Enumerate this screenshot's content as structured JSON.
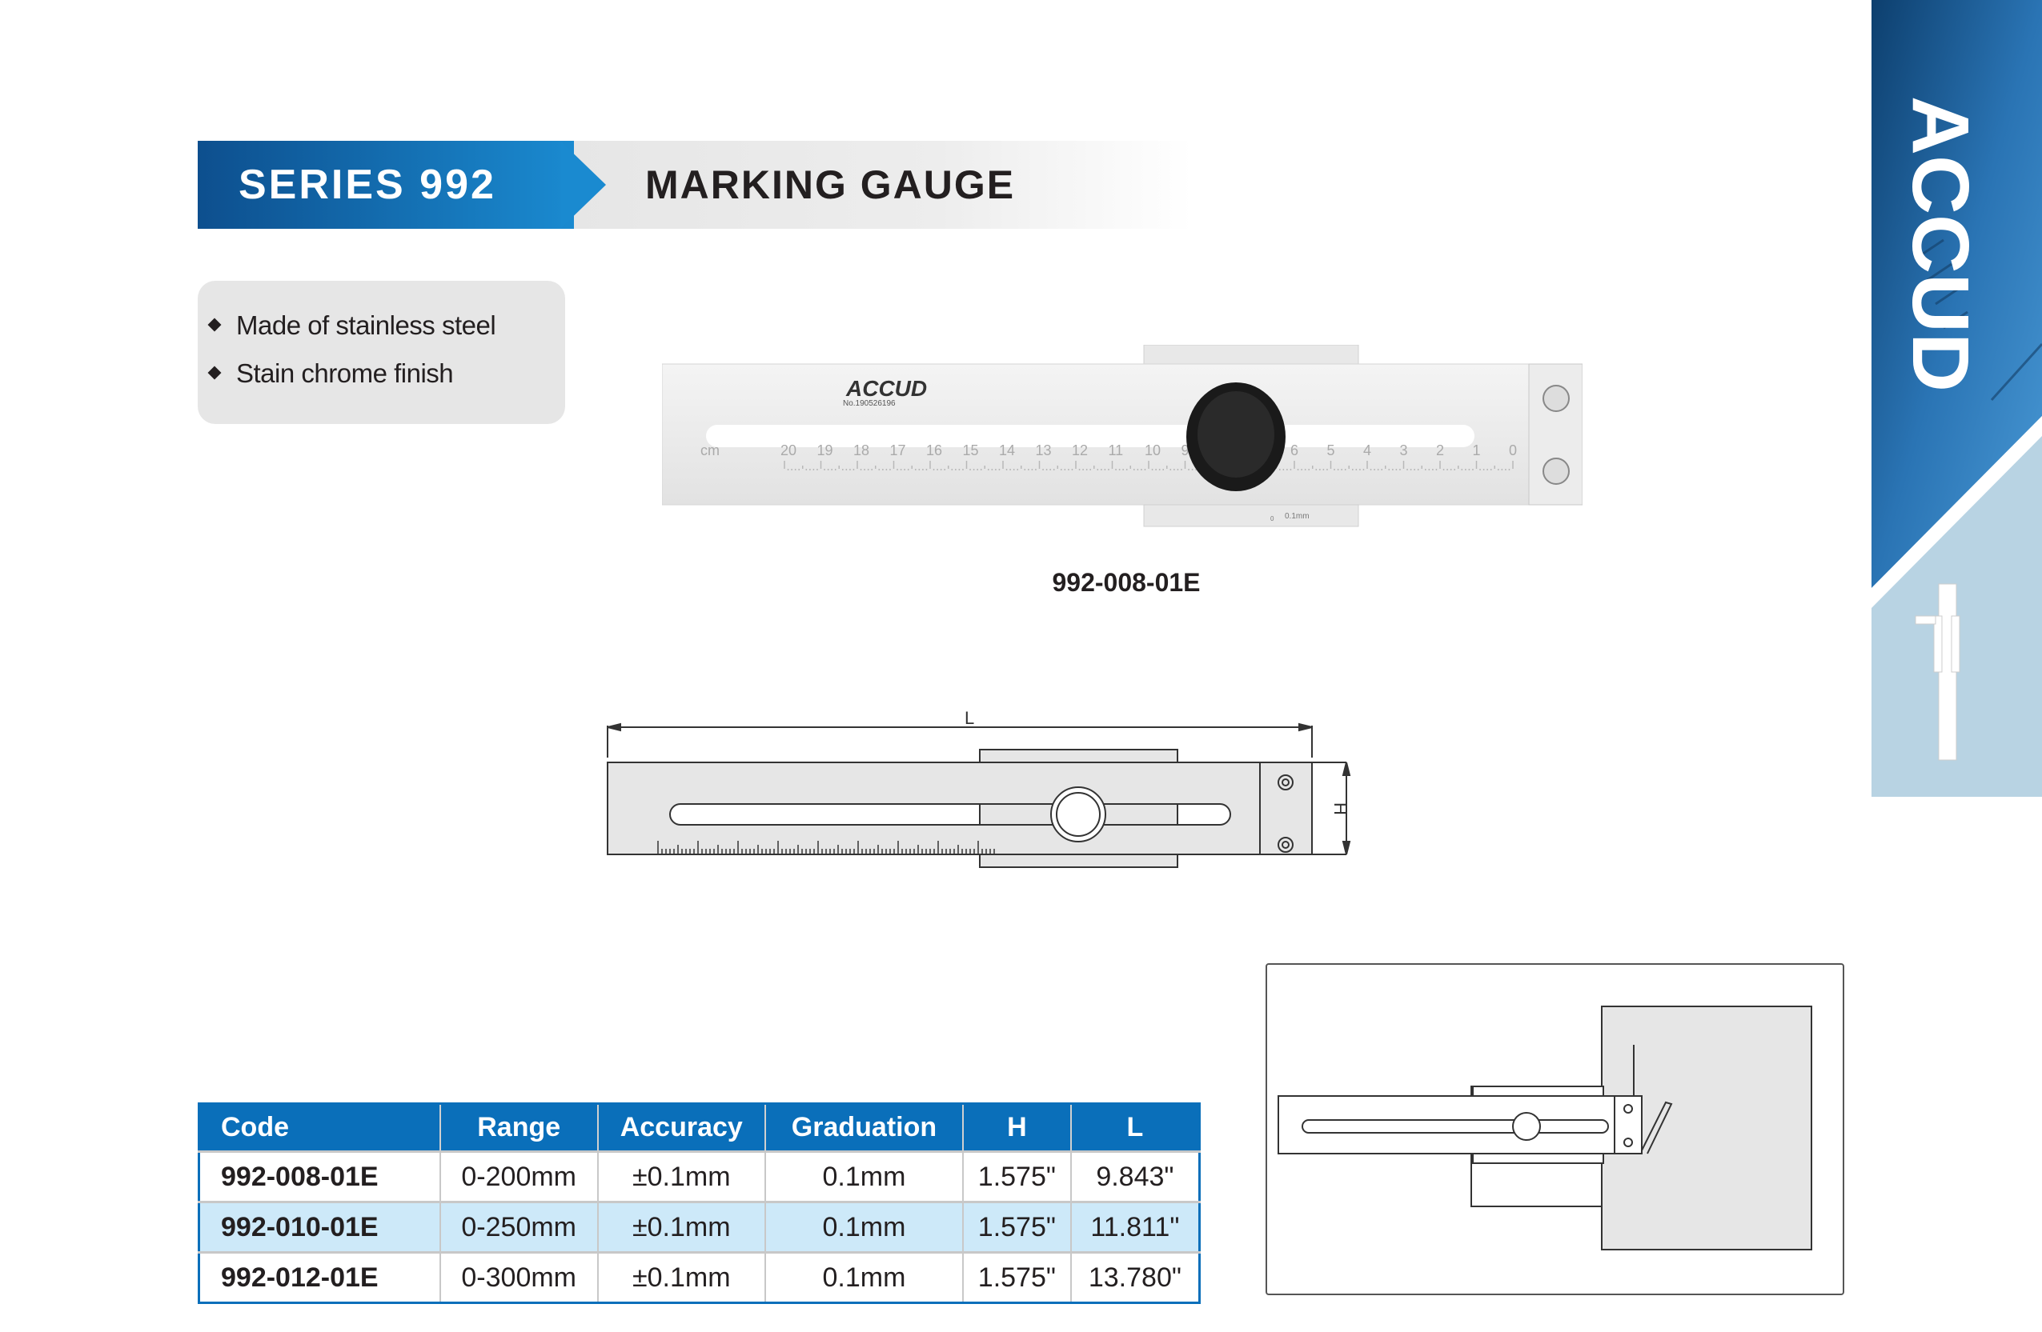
{
  "header": {
    "series": "SERIES 992",
    "title": "MARKING GAUGE"
  },
  "features": [
    "Made of stainless steel",
    "Stain chrome finish"
  ],
  "product_photo": {
    "brand": "ACCUD",
    "serial": "No.190526196",
    "scale_unit": "cm",
    "scale_numbers": [
      "20",
      "19",
      "18",
      "17",
      "16",
      "15",
      "14",
      "13",
      "12",
      "11",
      "10",
      "9",
      "6",
      "5",
      "4",
      "3",
      "2",
      "1",
      "0"
    ],
    "vernier_label": "0.1mm",
    "vernier_zero": "0"
  },
  "product_code": "992-008-01E",
  "diagram": {
    "length_label": "L",
    "height_label": "H"
  },
  "side_brand": "ACCUD",
  "table": {
    "headers": [
      "Code",
      "Range",
      "Accuracy",
      "Graduation",
      "H",
      "L"
    ],
    "rows": [
      [
        "992-008-01E",
        "0-200mm",
        "±0.1mm",
        "0.1mm",
        "1.575\"",
        "9.843\""
      ],
      [
        "992-010-01E",
        "0-250mm",
        "±0.1mm",
        "0.1mm",
        "1.575\"",
        "11.811\""
      ],
      [
        "992-012-01E",
        "0-300mm",
        "±0.1mm",
        "0.1mm",
        "1.575\"",
        "13.780\""
      ]
    ]
  },
  "colors": {
    "brand_blue": "#0a6fba",
    "row_highlight": "#cde9f9",
    "panel_gray": "#e6e6e6"
  }
}
